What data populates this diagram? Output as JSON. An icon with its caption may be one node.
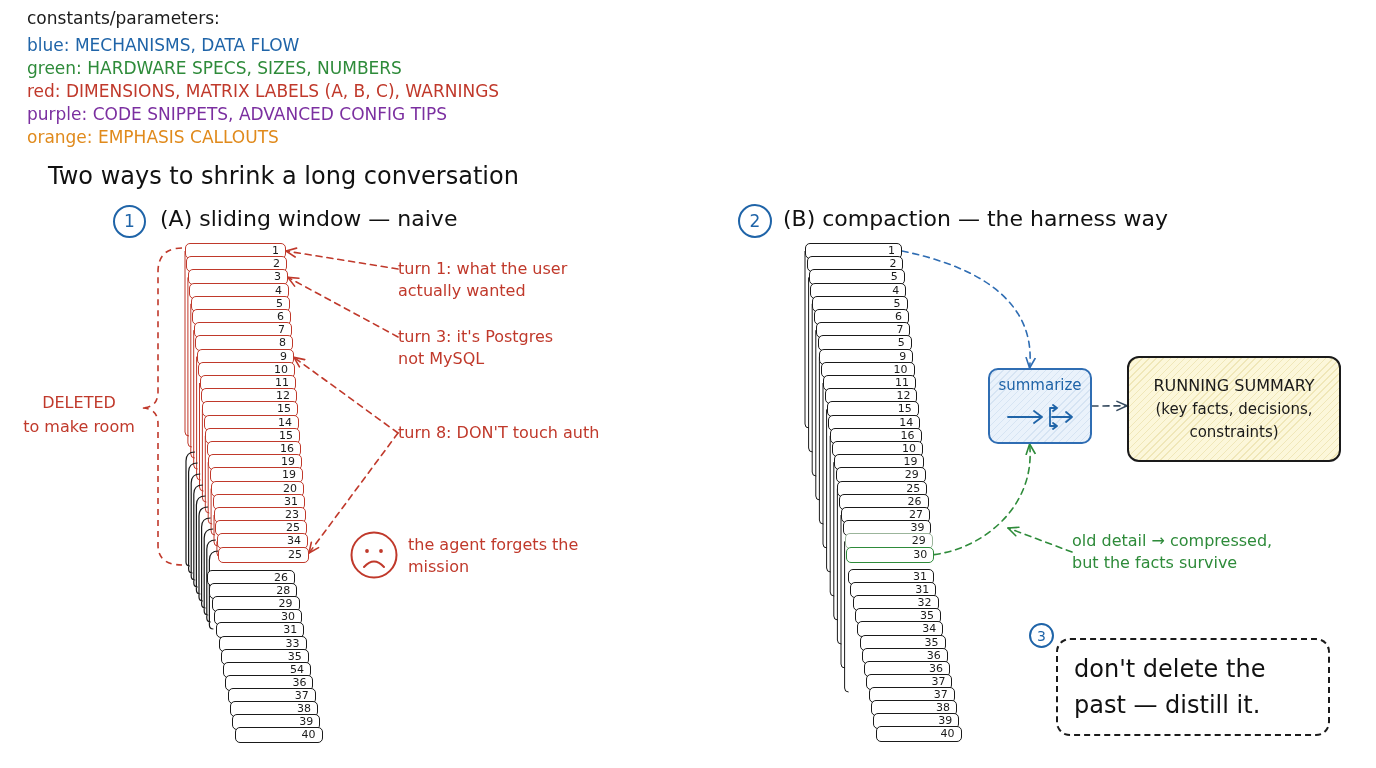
{
  "diagram": {
    "title": "Two ways to shrink a long conversation",
    "nodes": [
      {
        "text": [
          "1"
        ],
        "beside": [
          "(A) sliding window — naive"
        ]
      },
      {
        "text": [
          "2"
        ],
        "beside": [
          "(B) compaction — the harness way"
        ]
      },
      {
        "text": [
          "1"
        ]
      },
      {
        "text": [
          "2"
        ]
      },
      {
        "text": [
          "3"
        ]
      },
      {
        "text": [
          "4"
        ]
      },
      {
        "text": [
          "5"
        ]
      },
      {
        "text": [
          "6"
        ]
      },
      {
        "text": [
          "7"
        ]
      },
      {
        "text": [
          "8"
        ]
      },
      {
        "text": [
          "9"
        ]
      },
      {
        "text": [
          "10"
        ]
      },
      {
        "text": [
          "11"
        ]
      },
      {
        "text": [
          "12"
        ]
      },
      {
        "text": [
          "15"
        ]
      },
      {
        "text": [
          "14"
        ]
      },
      {
        "text": [
          "15"
        ]
      },
      {
        "text": [
          "16"
        ]
      },
      {
        "text": [
          "19"
        ]
      },
      {
        "text": [
          "19"
        ]
      },
      {
        "text": [
          "20"
        ]
      },
      {
        "text": [
          "31"
        ]
      },
      {
        "text": [
          "23"
        ]
      },
      {
        "text": [
          "25"
        ]
      },
      {
        "text": [
          "34"
        ]
      },
      {
        "text": [
          "25"
        ]
      },
      {
        "text": [
          "26"
        ]
      },
      {
        "text": [
          "28"
        ]
      },
      {
        "text": [
          "29"
        ]
      },
      {
        "text": [
          "30"
        ]
      },
      {
        "text": [
          "31"
        ]
      },
      {
        "text": [
          "33"
        ]
      },
      {
        "text": [
          "35"
        ]
      },
      {
        "text": [
          "54"
        ]
      },
      {
        "text": [
          "36"
        ]
      },
      {
        "text": [
          "37"
        ]
      },
      {
        "text": [
          "38"
        ]
      },
      {
        "text": [
          "39"
        ]
      },
      {
        "text": [
          "40"
        ]
      },
      {
        "text": [
          "turn 1: what the user actually wanted"
        ]
      },
      {
        "text": [
          "turn 3: it's Postgres not MySQL"
        ]
      },
      {
        "text": [
          "turn 8: DON'T touch auth"
        ]
      },
      {
        "text": [
          "1"
        ]
      },
      {
        "text": [
          "2"
        ]
      },
      {
        "text": [
          "5"
        ]
      },
      {
        "text": [
          "4"
        ]
      },
      {
        "text": [
          "5"
        ]
      },
      {
        "text": [
          "6"
        ]
      },
      {
        "text": [
          "7"
        ]
      },
      {
        "text": [
          "5"
        ]
      },
      {
        "text": [
          "9"
        ]
      },
      {
        "text": [
          "10"
        ]
      },
      {
        "text": [
          "11"
        ]
      },
      {
        "text": [
          "12"
        ]
      },
      {
        "text": [
          "15"
        ]
      },
      {
        "text": [
          "14"
        ]
      },
      {
        "text": [
          "16"
        ]
      },
      {
        "text": [
          "10"
        ]
      },
      {
        "text": [
          "19"
        ]
      },
      {
        "text": [
          "29"
        ]
      },
      {
        "text": [
          "25"
        ]
      },
      {
        "text": [
          "26"
        ]
      },
      {
        "text": [
          "27"
        ]
      },
      {
        "text": [
          "39"
        ]
      },
      {
        "text": [
          "29"
        ]
      },
      {
        "text": [
          "30"
        ]
      },
      {
        "text": [
          "31"
        ]
      },
      {
        "text": [
          "31"
        ]
      },
      {
        "text": [
          "32"
        ]
      },
      {
        "text": [
          "35"
        ]
      },
      {
        "text": [
          "34"
        ]
      },
      {
        "text": [
          "35"
        ]
      },
      {
        "text": [
          "36"
        ]
      },
      {
        "text": [
          "36"
        ]
      },
      {
        "text": [
          "37"
        ]
      },
      {
        "text": [
          "37"
        ]
      },
      {
        "text": [
          "38"
        ]
      },
      {
        "text": [
          "39"
        ]
      },
      {
        "text": [
          "40"
        ]
      },
      {
        "text": [
          "summarize"
        ]
      },
      {
        "text": [
          "RUNNING SUMMARY",
          "(key facts, decisions, constraints)"
        ]
      },
      {
        "text": [
          "old detail → compressed, but the facts survive"
        ]
      },
      {
        "text": [
          "3"
        ]
      },
      {
        "text": [
          "don't delete the past — distill it."
        ]
      }
    ],
    "edges": [
      {
        "from": 39,
        "to": 2,
        "arrow": "to",
        "style": "dashed"
      },
      {
        "from": 40,
        "to": 4,
        "arrow": "to",
        "style": "dashed"
      },
      {
        "from": 41,
        "to": 10,
        "arrow": "to",
        "style": "dashed"
      },
      {
        "from": 41,
        "to": 25,
        "arrow": "to",
        "style": "dashed"
      },
      {
        "from": 42,
        "to": 79,
        "arrow": "to",
        "style": "dashed",
        "color": "#2f6db3"
      },
      {
        "from": 65,
        "to": 79,
        "arrow": "to",
        "style": "dashed",
        "color": "#2e8b3a"
      },
      {
        "from": 79,
        "to": 80,
        "arrow": "to",
        "style": "dashed",
        "color": "#34495e"
      },
      {
        "from": 81,
        "to": null,
        "arrow": "to",
        "style": "dashed",
        "color": "#2e8b3a"
      }
    ],
    "labels": [
      "constants/parameters:",
      "DELETED",
      "to make room",
      "the agent forgets the mission"
    ],
    "legend": [
      {
        "text": "blue: MECHANISMS, DATA FLOW",
        "color": "#1f64a8"
      },
      {
        "text": "green: HARDWARE SPECS, SIZES, NUMBERS",
        "color": "#2e8b3a"
      },
      {
        "text": "red: DIMENSIONS, MATRIX LABELS (A, B, C), WARNINGS",
        "color": "#c0392b"
      },
      {
        "text": "purple: CODE SNIPPETS, ADVANCED CONFIG TIPS",
        "color": "#7b2fa0"
      },
      {
        "text": "orange: EMPHASIS CALLOUTS",
        "color": "#e08a1c"
      }
    ]
  }
}
